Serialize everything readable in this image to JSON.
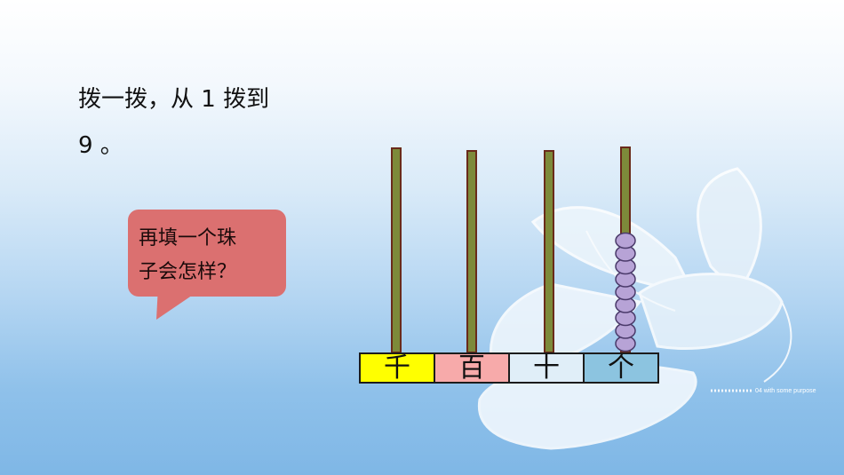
{
  "instruction": {
    "line1": "拨一拨，从 1 拨到",
    "line2": "9 。"
  },
  "bubble": {
    "line1": "再填一个珠",
    "line2": "子会怎样？"
  },
  "abacus": {
    "places": [
      "千",
      "百",
      "十",
      "个"
    ],
    "place_colors": [
      "#ffff00",
      "#f7aaaa",
      "#e0eef8",
      "#8cc4e0"
    ],
    "beads": [
      0,
      0,
      0,
      9
    ],
    "rod_color": "#7d8a3a",
    "rod_outline": "#6a2a1a",
    "bead_color": "#b7a3d6"
  },
  "watermark": "04 with some purpose"
}
